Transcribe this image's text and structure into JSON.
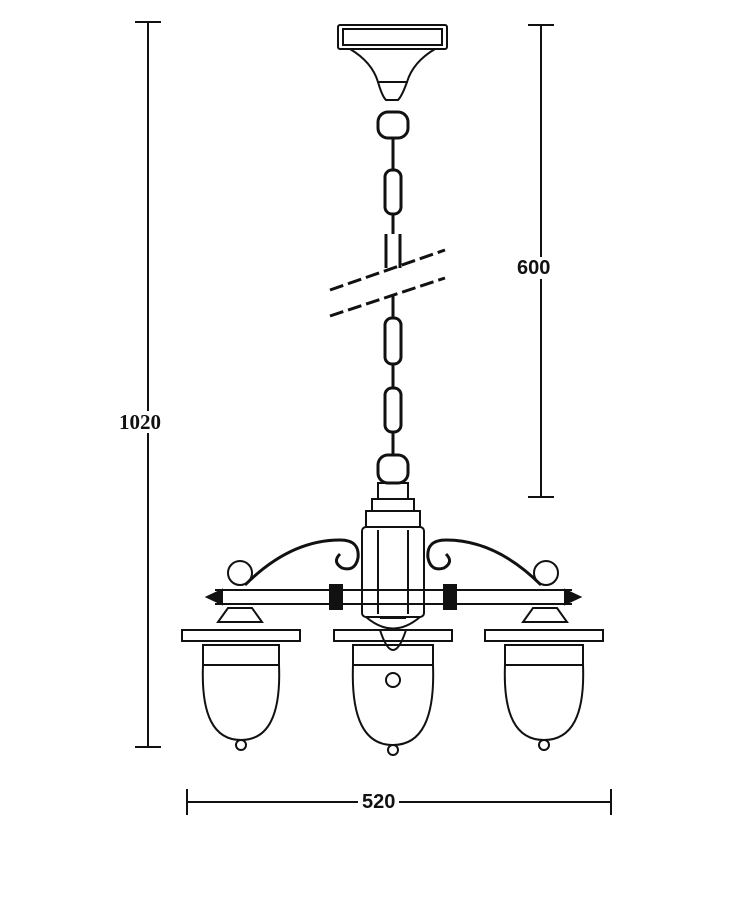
{
  "dimensions": {
    "total_height": "1020",
    "chain_length": "600",
    "width": "520"
  },
  "colors": {
    "line": "#111111",
    "background": "#ffffff"
  }
}
